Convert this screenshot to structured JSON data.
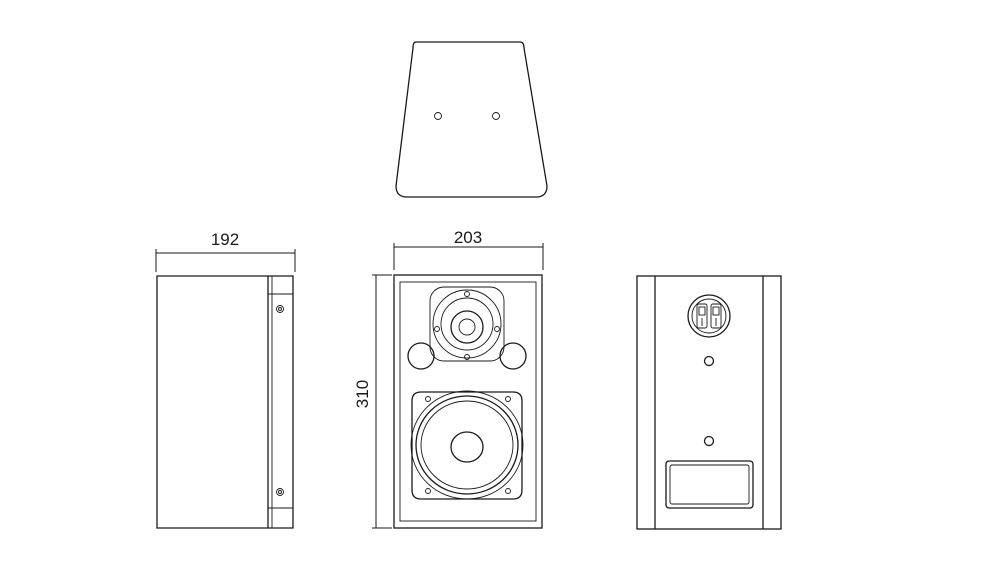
{
  "dimensions": {
    "depth": "192",
    "width": "203",
    "height": "310"
  }
}
